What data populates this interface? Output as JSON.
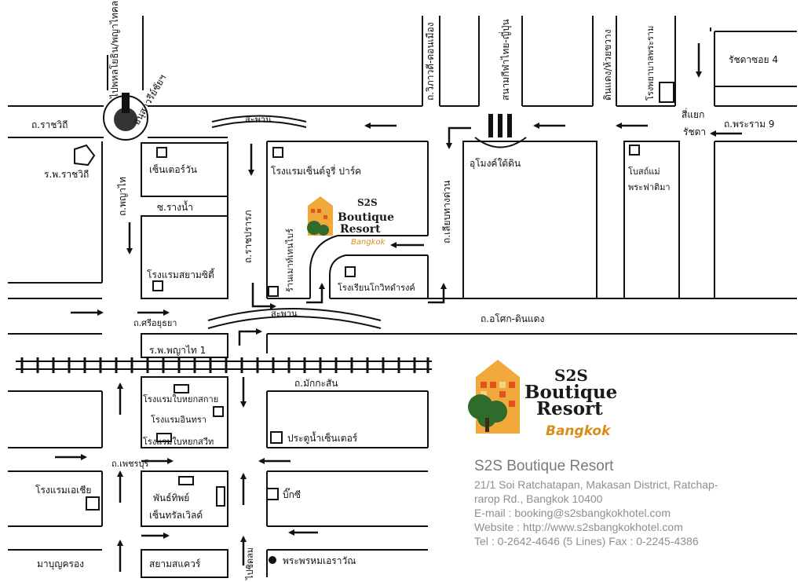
{
  "map": {
    "labels": {
      "victory_monument": "อนุสาวรีย์ชัยฯ",
      "phahonyothin_top": "ไปพหลโยธิน/พญาไทคลาย",
      "rajvithi_road": "ถ.ราชวิถี",
      "rajvithi_hospital": "ร.พ.ราชวิถี",
      "center_one": "เซ็นเตอร์วัน",
      "phayathai_road": "ถ.พญาไท",
      "soi_rangnam": "ซ.รางน้ำ",
      "siam_city_hotel": "โรงแรมสยามซิตี้",
      "bridge_top": "สะพาน",
      "bridge_mid": "สะพาน",
      "century_park_hotel": "โรงแรมเซ็นต์จูรี่ ปาร์ค",
      "ratchaprarop_road": "ถ.ราชปรารภ",
      "mansion_shop": "ร้านเมาท์เทนไบร์",
      "kovit_school": "โรงเรียนโกวิทดำรงค์",
      "liap_thang_duan": "ถ.เลียบทางด่วน",
      "vibhavadi_din_daeng": "ถ.วิภาวดี-ดอนเมือง",
      "thai_japan_stadium": "สนามกีฬาไทย-ญี่ปุ่น",
      "underpass": "อุโมงค์ใต้ดิน",
      "din_daeng_huai_khwang": "ดินแดง/ห้วยขวาง",
      "prachanukroh_hospital": "โรงพยาบาลพระราม",
      "ratchada_soi4": "รัชดาซอย 4",
      "ratchada_intersection_1": "สี่แยก",
      "ratchada_intersection_2": "รัชดา",
      "rama9_road": "ถ.พระราม 9",
      "church": "โบสถ์แม่",
      "church2": "พระฟาติมา",
      "sri_ayutthaya_road": "ถ.ศรีอยุธยา",
      "asok_din_daeng_road": "ถ.อโศก-ดินแดง",
      "phayathai1_hospital": "ร.พ.พญาไท 1",
      "makkasan_road": "ถ.มักกะสัน",
      "bai_yok_suite": "โรงแรมใบหยกสกาย",
      "indra_hotel": "โรงแรมอินทรา",
      "bai_yok_2": "โรงแรมใบหยกสวีท",
      "pratunam_center": "ประตูน้ำเซ็นเตอร์",
      "petchaburi_road": "ถ.เพชรบุรี",
      "asia_hotel": "โรงแรมเอเชีย",
      "pantip_1": "พันธ์ทิพย์",
      "pantip_2": "เซ็นทรัลเวิลด์",
      "big_c": "บิ๊กซี",
      "mah_boonkrong": "มาบุญครอง",
      "siam_square": "สยามสแควร์",
      "ploenchit": "ไปชิดลม",
      "erawan": "พระพรหมเอราวัณ"
    },
    "logo_small": {
      "s2s": "S2S",
      "line1": "Boutique",
      "line2": "Resort",
      "city": "Bangkok"
    },
    "logo_large": {
      "s2s": "S2S",
      "line1": "Boutique",
      "line2": "Resort",
      "city": "Bangkok"
    },
    "colors": {
      "logo_orange": "#f2a93b",
      "logo_green": "#2f6b2a",
      "logo_text": "#1a1a1a",
      "logo_city": "#d98c1a",
      "line": "#111111"
    }
  },
  "contact": {
    "name": "S2S Boutique Resort",
    "address_line1": "21/1 Soi Ratchatapan, Makasan District, Ratchap-",
    "address_line2": "rarop Rd., Bangkok 10400",
    "email": "E-mail : booking@s2sbangkokhotel.com",
    "website": "Website : http://www.s2sbangkokhotel.com",
    "tel": "Tel : 0-2642-4646 (5 Lines) Fax : 0-2245-4386"
  }
}
